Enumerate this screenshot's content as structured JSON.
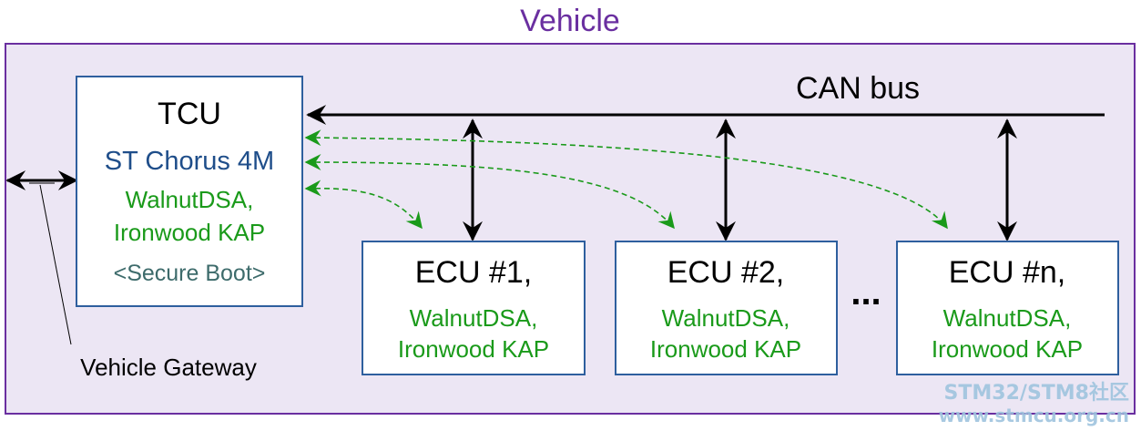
{
  "vehicle": {
    "label": "Vehicle"
  },
  "bus": {
    "label": "CAN bus"
  },
  "tcu": {
    "title": "TCU",
    "chip": "ST Chorus 4M",
    "algo_line1": "WalnutDSA,",
    "algo_line2": "Ironwood KAP",
    "boot": "<Secure Boot>"
  },
  "gateway": {
    "label": "Vehicle Gateway"
  },
  "ecus": [
    {
      "title": "ECU #1,",
      "algo_line1": "WalnutDSA,",
      "algo_line2": "Ironwood KAP"
    },
    {
      "title": "ECU #2,",
      "algo_line1": "WalnutDSA,",
      "algo_line2": "Ironwood KAP"
    },
    {
      "title": "ECU #n,",
      "algo_line1": "WalnutDSA,",
      "algo_line2": "Ironwood KAP"
    }
  ],
  "ellipsis": "...",
  "watermark": {
    "line1": "STM32/STM8社区",
    "line2": "www.stmcu.org.cn"
  },
  "colors": {
    "vehicle": "#6a2fa0",
    "vehicle_fill": "#ece6f4",
    "box_border": "#2e5f9e",
    "chip": "#1f4e8a",
    "algo": "#1a9a1a",
    "boot": "#3d6b6b",
    "watermark": "#9fc4de"
  }
}
